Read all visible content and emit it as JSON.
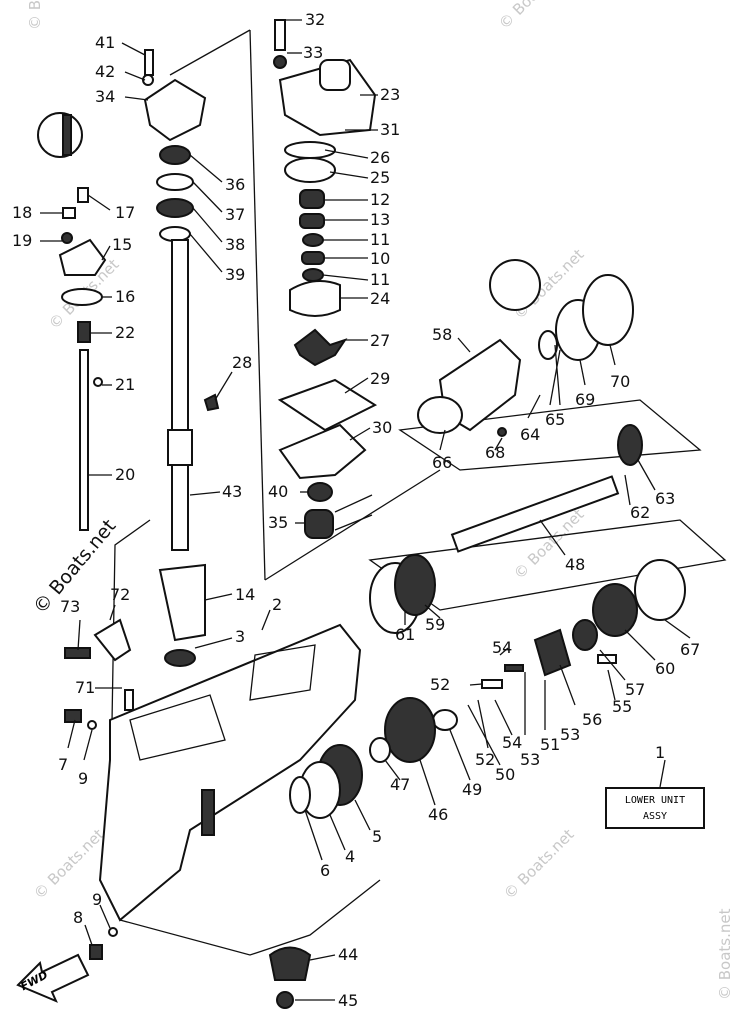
{
  "watermark": "© Boats.net",
  "assembly_box": {
    "line1": "LOWER UNIT",
    "line2": "ASSY",
    "callout": "1"
  },
  "direction_arrow": "FWD",
  "callouts": {
    "c32": "32",
    "c33": "33",
    "c23": "23",
    "c31": "31",
    "c26": "26",
    "c25": "25",
    "c12": "12",
    "c13": "13",
    "c11a": "11",
    "c10": "10",
    "c11b": "11",
    "c24": "24",
    "c27": "27",
    "c29": "29",
    "c30": "30",
    "c40": "40",
    "c35": "35",
    "c41": "41",
    "c42": "42",
    "c34": "34",
    "c36": "36",
    "c37": "37",
    "c38": "38",
    "c39": "39",
    "c18": "18",
    "c17": "17",
    "c19": "19",
    "c15": "15",
    "c16": "16",
    "c22": "22",
    "c21": "21",
    "c20": "20",
    "c28": "28",
    "c43": "43",
    "c14": "14",
    "c2": "2",
    "c3": "3",
    "c73": "73",
    "c72": "72",
    "c71": "71",
    "c7": "7",
    "c9a": "9",
    "c9b": "9",
    "c8": "8",
    "c58": "58",
    "c64": "64",
    "c65": "65",
    "c69": "69",
    "c70": "70",
    "c66": "66",
    "c68": "68",
    "c63": "63",
    "c62": "62",
    "c48": "48",
    "c61": "61",
    "c59": "59",
    "c67": "67",
    "c60": "60",
    "c54a": "54",
    "c52a": "52",
    "c56": "56",
    "c57": "57",
    "c55": "55",
    "c53a": "53",
    "c51": "51",
    "c54b": "54",
    "c52b": "52",
    "c50": "50",
    "c53b": "53",
    "c49": "49",
    "c47": "47",
    "c46": "46",
    "c5": "5",
    "c4": "4",
    "c6": "6",
    "c44": "44",
    "c45": "45"
  }
}
